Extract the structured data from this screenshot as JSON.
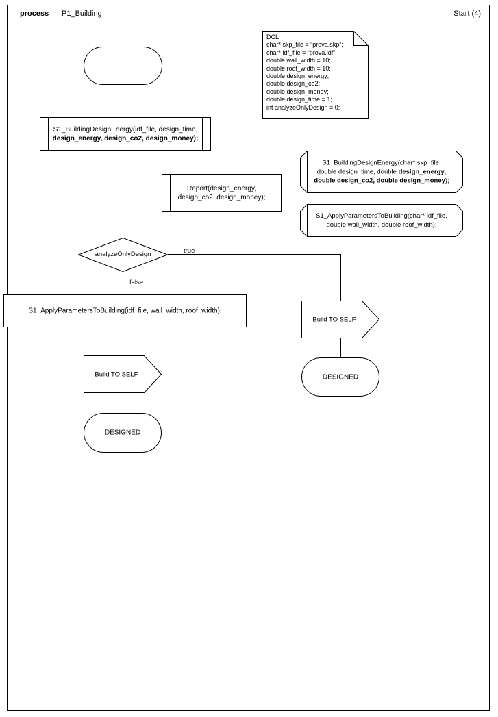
{
  "header": {
    "kind": "process",
    "name": "P1_Building",
    "right": "Start (4)"
  },
  "nodes": {
    "start_terminal": {
      "label": ""
    },
    "call_design_energy": {
      "line1": "S1_BuildingDesignEnergy(idf_file, design_time,",
      "line2": "design_energy, design_co2, design_money);"
    },
    "report_call": {
      "line1": "Report(design_energy,",
      "line2": "design_co2, design_money);"
    },
    "decision": {
      "label": "analyzeOnlyDesign"
    },
    "edge_true": {
      "label": "true"
    },
    "edge_false": {
      "label": "false"
    },
    "apply_params_call": {
      "label": "S1_ApplyParametersToBuilding(idf_file, wall_width, roof_width);"
    },
    "build_to_self_left": {
      "label": "Build TO SELF"
    },
    "designed_left": {
      "label": "DESIGNED"
    },
    "build_to_self_right": {
      "label": "Build TO SELF"
    },
    "designed_right": {
      "label": "DESIGNED"
    }
  },
  "note_dcl": {
    "text": "DCL\nchar* skp_file = “prova.skp”;\nchar* idf_file = “prova.idf”;\ndouble wall_width = 10;\ndouble roof_width = 10;\ndouble design_energy;\ndouble design_co2;\ndouble design_money;\ndouble design_time = 1;\nint analyzeOnlyDesign = 0;"
  },
  "annotations": [
    {
      "id": "sig-building-design-energy",
      "line1": "S1_BuildingDesignEnergy(char* skp_file,",
      "line2_plain": "double design_time, double ",
      "line2_bold": "design_energy",
      "line2_tail": ",",
      "line3_bold_a": "double design_co2, double design_money",
      "line3_tail": ");"
    },
    {
      "id": "sig-apply-parameters",
      "line1": "S1_ApplyParametersToBuilding(char* idf_file,",
      "line2": "double wall_width, double roof_width);"
    }
  ],
  "colors": {
    "stroke": "#000000",
    "page_background": "#ffffff",
    "frame": "#000000"
  }
}
